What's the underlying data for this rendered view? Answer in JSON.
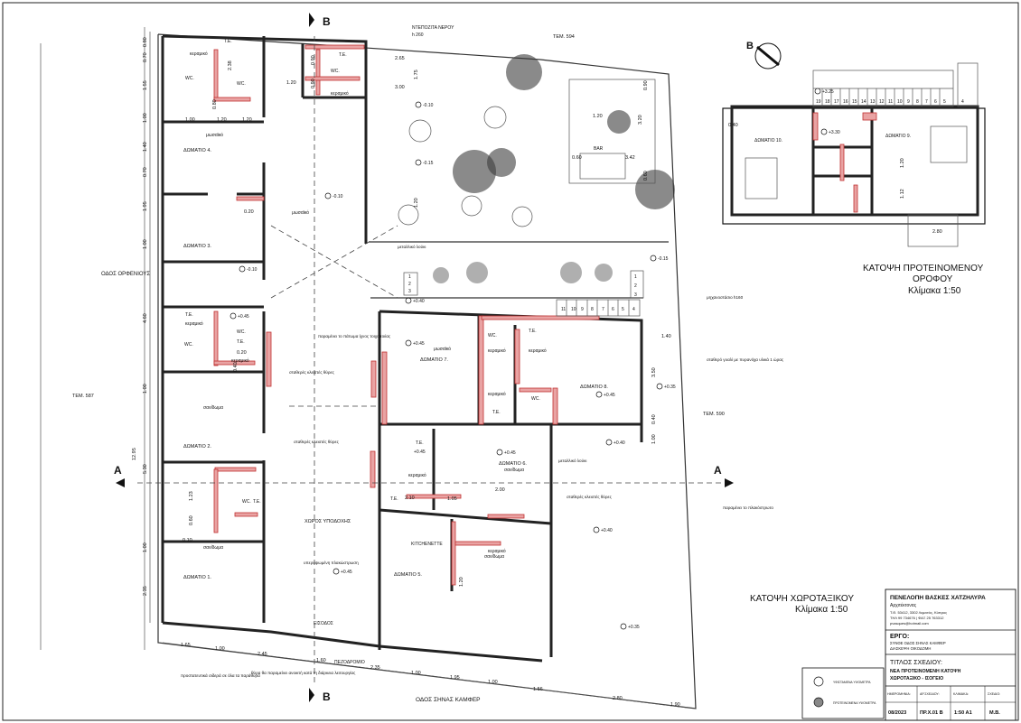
{
  "sheet": {
    "section_b": "B",
    "section_a": "A",
    "street_left": "ΟΔΟΣ ΟΡΦΕΝΙΟΥΣ",
    "street_bottom": "ΟΔΟΣ ΣΗΝΑΣ ΚΑΜΦΕΡ",
    "plot_594": "ΤΕΜ. 594",
    "plot_587": "ΤΕΜ. 587",
    "plot_590": "ΤΕΜ. 590",
    "water_tank": "ΝΤΕΠΟΖΙΤΑ ΝΕΡΟΥ",
    "water_tank_h": "h 260",
    "bar": "BAR",
    "metal_stair": "μεταλλικό λούκι",
    "mech_room": "μηχανοστάσιο h160",
    "fixed_glass": "σταθερό γυαλί με πυρανόχα υλικά 1 ώρας",
    "folding_doors_1": "σταθερές κλειστές θύρες",
    "folding_doors_2": "σταθερές κλειστές θύρες",
    "folding_doors_3": "σταθερές κλειστές θύρες",
    "retained_floor": "παραμένει το πάτωμα ίχνος τοιχοποιίας",
    "retained_floor2": "παραμένει το πλακόστρωτο",
    "kitchenette": "KITCHENETTE",
    "reception": "ΧΩΡΟΣ ΥΠΟΔΟΧΗΣ",
    "entrance": "ΕΙΣΟΔΟΣ",
    "raised_slab": "υπερυψωμένη πλακώστρωση",
    "pavement": "ΠΕΖΟΔΡΟΜΙΟ",
    "iron_frames": "προστατευτικά σιδερά σε όλα τα παράθυρα",
    "door_note": "θύρα θα παραμείνει ανοικτή κατά τη διάρκεια λειτουργίας",
    "ground_title": "ΚΑΤΟΨΗ ΧΩΡΟΤΑΞΙΚΟΥ",
    "ground_scale": "Κλίμακα 1:50",
    "upper_title_1": "ΚΑΤΟΨΗ ΠΡΟΤΕΙΝΟΜΕΝΟΥ",
    "upper_title_2": "ΟΡΟΦΟΥ",
    "upper_scale": "Κλίμακα 1:50",
    "rooms": {
      "r1": "ΔΩΜΑΤΙΟ 1.",
      "r2": "ΔΩΜΑΤΙΟ 2.",
      "r3": "ΔΩΜΑΤΙΟ 3.",
      "r4": "ΔΩΜΑΤΙΟ 4.",
      "r5": "ΔΩΜΑΤΙΟ 5.",
      "r6": "ΔΩΜΑΤΙΟ 6.",
      "r7": "ΔΩΜΑΤΙΟ 7.",
      "r8": "ΔΩΜΑΤΙΟ 8.",
      "r9": "ΔΩΜΑΤΙΟ 9.",
      "r10": "ΔΩΜΑΤΙΟ 10."
    },
    "materials": {
      "mosaic": "μωσαϊκό",
      "ceramic": "κεραμικό",
      "wood": "σανίδωμα"
    },
    "wc": "WC.",
    "te": "T.E.",
    "levels": {
      "l1": "-0.10",
      "l2": "-0.15",
      "l3": "-0.10",
      "l4": "+0.40",
      "l5": "+0.45",
      "l6": "+0.45",
      "l7": "+0.45",
      "l8": "+0.40",
      "l9": "+0.35",
      "l10": "+0.40",
      "l11": "+0.45",
      "l12": "+0.35",
      "l13": "-0.15",
      "l14": "+3.25",
      "l15": "+3.30",
      "l16": "-0.10",
      "l17": "+0.45",
      "l18": "+0.45"
    },
    "dims_left": [
      "0.80",
      "0.70",
      "1.55",
      "1.00",
      "1.40",
      "0.70",
      "1.95",
      "1.00",
      "4.60",
      "1.00",
      "12.95",
      "5.30",
      "1.00",
      "2.35"
    ],
    "dims_bottom": [
      "1.65",
      "1.00",
      "2.45",
      "1.60",
      "2.35",
      "1.00",
      "1.95",
      "1.00",
      "1.56",
      "2.80",
      "1.90"
    ],
    "dims_misc": [
      "2.65",
      "1.75",
      "3.00",
      "1.20",
      "2.38",
      "0.90",
      "0.90",
      "0.80",
      "1.20",
      "1.00",
      "1.20",
      "0.20",
      "0.20",
      "1.20",
      "3.20",
      "0.90",
      "0.60",
      "3.42",
      "0.60",
      "1.40",
      "3.50",
      "0.40",
      "1.00",
      "2.10",
      "1.05",
      "2.00",
      "1.23",
      "0.60",
      "0.10",
      "0.40",
      "1.20",
      "1.12",
      "2.80",
      "0.40",
      "1.20",
      "1.20"
    ],
    "stair_steps_main": [
      "11",
      "10",
      "9",
      "8",
      "7",
      "6",
      "5",
      "4"
    ],
    "stair_steps_upper": [
      "19",
      "18",
      "17",
      "16",
      "15",
      "14",
      "13",
      "12",
      "11",
      "10",
      "9",
      "8",
      "7",
      "6",
      "5",
      "4"
    ],
    "stair_small": [
      "1",
      "2",
      "3"
    ],
    "stair_small2": [
      "1",
      "2",
      "3"
    ]
  },
  "title_block": {
    "architect_name": "ΠΕΝΕΛΟΠΗ ΒΑΣΚΕΣ ΧΑΤΖΗΛΥΡΑ",
    "architect_role": "Αρχιτέκτονας",
    "architect_address": "Τ.Θ. 53412, 3302 Λεμεσός, Κύπρος",
    "architect_phone": "ΤΗΛ 99 734676  |  ΦΑΞ 25 763312",
    "architect_email": "pvasques@hotmail.com",
    "project_label": "ΕΡΓΟ:",
    "project_1": "ΣΥΝΘΕ ΟΔΟΣ ΣΗΝΑΣ ΚΑΜΦΕΡ",
    "project_2": "ΔΙΑΣΚΕΨΗ ΟΙΚΟΔΟΜΗ",
    "drawing_label": "ΤΙΤΛΟΣ ΣΧΕΔΙΟΥ:",
    "drawing_1": "ΝΕΑ ΠΡΟΤΕΙΝΟΜΕΝΗ ΚΑΤΟΨΗ",
    "drawing_2": "ΧΩΡΟΤΑΞΙΚΟ - ΙΣΟΓΕΙΟ",
    "col_date": "ΗΜΕΡΟΜΗΝΙΑ:",
    "col_no": "ΑΡ.ΣΧΕΔΙΟΥ:",
    "col_scale": "ΚΛΙΜΑΚΑ:",
    "col_drawn": "ΣΧΕΔΙΟ:",
    "val_date": "08/2023",
    "val_no": "ΠΡ.Χ.01 Β",
    "val_scale": "1:50 Α1",
    "val_drawn": "Μ.Β.",
    "legend_1": "ΥΦΙΣΤΑΜΕΝΑ ΥΨΟΜΕΤΡΑ",
    "legend_2": "ΠΡΟΤΕΙΝΟΜΕΝΑ ΥΨΟΜΕΤΡΑ"
  },
  "icons": {
    "north": "north-arrow-icon",
    "level": "level-marker-icon"
  }
}
